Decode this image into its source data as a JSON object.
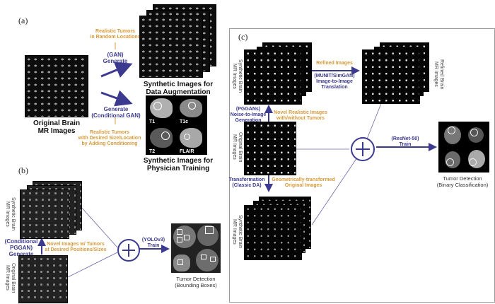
{
  "panel_a": {
    "label": "(a)",
    "original_caption": [
      "Original Brain",
      "MR Images"
    ],
    "gan_note": [
      "Realistic Tumors",
      "in Random Locations"
    ],
    "gan_step": [
      "(GAN)",
      "Generate"
    ],
    "synthetic_caption": [
      "Synthetic Images for",
      "Data Augmentation"
    ],
    "cgan_step": [
      "Generate",
      "(Conditional GAN)"
    ],
    "cgan_note": [
      "Realistic Tumors",
      "with Desired Size/Location",
      "by Adding Conditioning"
    ],
    "modalities": [
      "T1",
      "T1c",
      "T2",
      "FLAIR"
    ],
    "physician_caption": [
      "Synthetic Images for",
      "Physician Training"
    ]
  },
  "panel_b": {
    "label": "(b)",
    "synthetic_label": [
      "Synthetic Brain",
      "MR Images"
    ],
    "original_label": [
      "Original Brain",
      "MR Images"
    ],
    "generate_step": [
      "(Conditional",
      "PGGAN)",
      "Generate"
    ],
    "novel_note": [
      "Novel Images w/ Tumors",
      "at Desired Positions/Sizes"
    ],
    "train_step": [
      "(YOLOv3)",
      "Train"
    ],
    "result_caption": [
      "Tumor Detection",
      "(Bounding Boxes)"
    ]
  },
  "panel_c": {
    "label": "(c)",
    "synthetic_label": [
      "Synthetic Brain",
      "MR Images"
    ],
    "refined_label": [
      "Refined Brain",
      "MR Images"
    ],
    "refined_note": "Refined Images",
    "translation_step": [
      "(MUNIT/SimGAN)",
      "Image-to-Image",
      "Translation"
    ],
    "pggan_step": [
      "(PGGANs)",
      "Noise-to-Image",
      "Generation"
    ],
    "novel_note": [
      "Novel Realistic Images",
      "with/without Tumors"
    ],
    "original_label": [
      "Original Brain",
      "MR Images"
    ],
    "transform_step": [
      "Transformation",
      "(Classic DA)"
    ],
    "transform_note": [
      "Geometrically-transformed",
      "Original Images"
    ],
    "synthetic2_label": [
      "Synthetic Brain",
      "MR Images"
    ],
    "train_step": [
      "(ResNet-50)",
      "Train"
    ],
    "result_caption": [
      "Tumor Detection",
      "(Binary Classification)"
    ]
  },
  "colors": {
    "arrow": "#3b3a8e",
    "note": "#d79a3a"
  }
}
